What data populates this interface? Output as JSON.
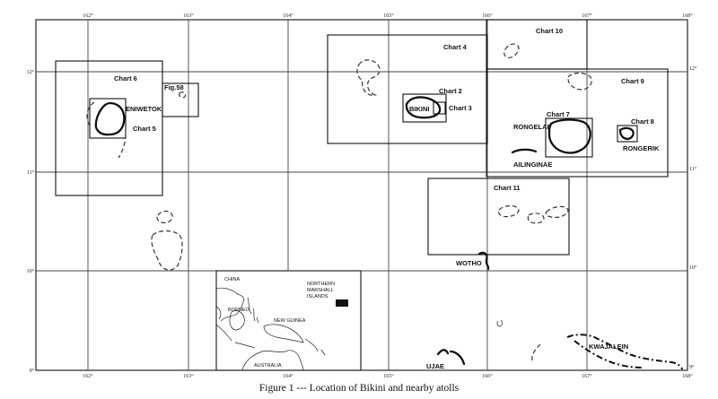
{
  "caption": "Figure 1 --- Location of Bikini and nearby atolls",
  "longitude_labels_top": [
    "162°",
    "163°",
    "164°",
    "165°",
    "166°",
    "167°",
    "168°"
  ],
  "longitude_labels_bottom": [
    "162°",
    "163°",
    "164°",
    "165°",
    "166°",
    "167°",
    "168°"
  ],
  "latitude_labels_left": [
    "12°",
    "11°",
    "10°",
    "9°"
  ],
  "latitude_labels_right": [
    "12°",
    "11°",
    "10°",
    "9°"
  ],
  "chart_boxes": {
    "chart6": "Chart 6",
    "fig58": "Fig.58",
    "chart5": "Chart 5",
    "chart4": "Chart 4",
    "chart2": "Chart 2",
    "chart3": "Chart 3",
    "chart10": "Chart 10",
    "chart9": "Chart 9",
    "chart7": "Chart 7",
    "chart8": "Chart 8",
    "chart11": "Chart 11"
  },
  "atolls": {
    "eniwetok": "ENIWETOK",
    "bikini": "BIKINI",
    "rongelap": "RONGELAP",
    "rongerik": "RONGERIK",
    "ailinginae": "AILINGINAE",
    "wotho": "WOTHO",
    "ujae": "UJAE",
    "kwajalein": "KWAJALEIN"
  },
  "inset": {
    "china": "CHINA",
    "borneo": "BORNEO",
    "new_guinea": "NEW GUINEA",
    "australia": "AUSTRALIA",
    "northern": "NORTHERN",
    "marshall": "MARSHALL",
    "islands": "ISLANDS"
  }
}
